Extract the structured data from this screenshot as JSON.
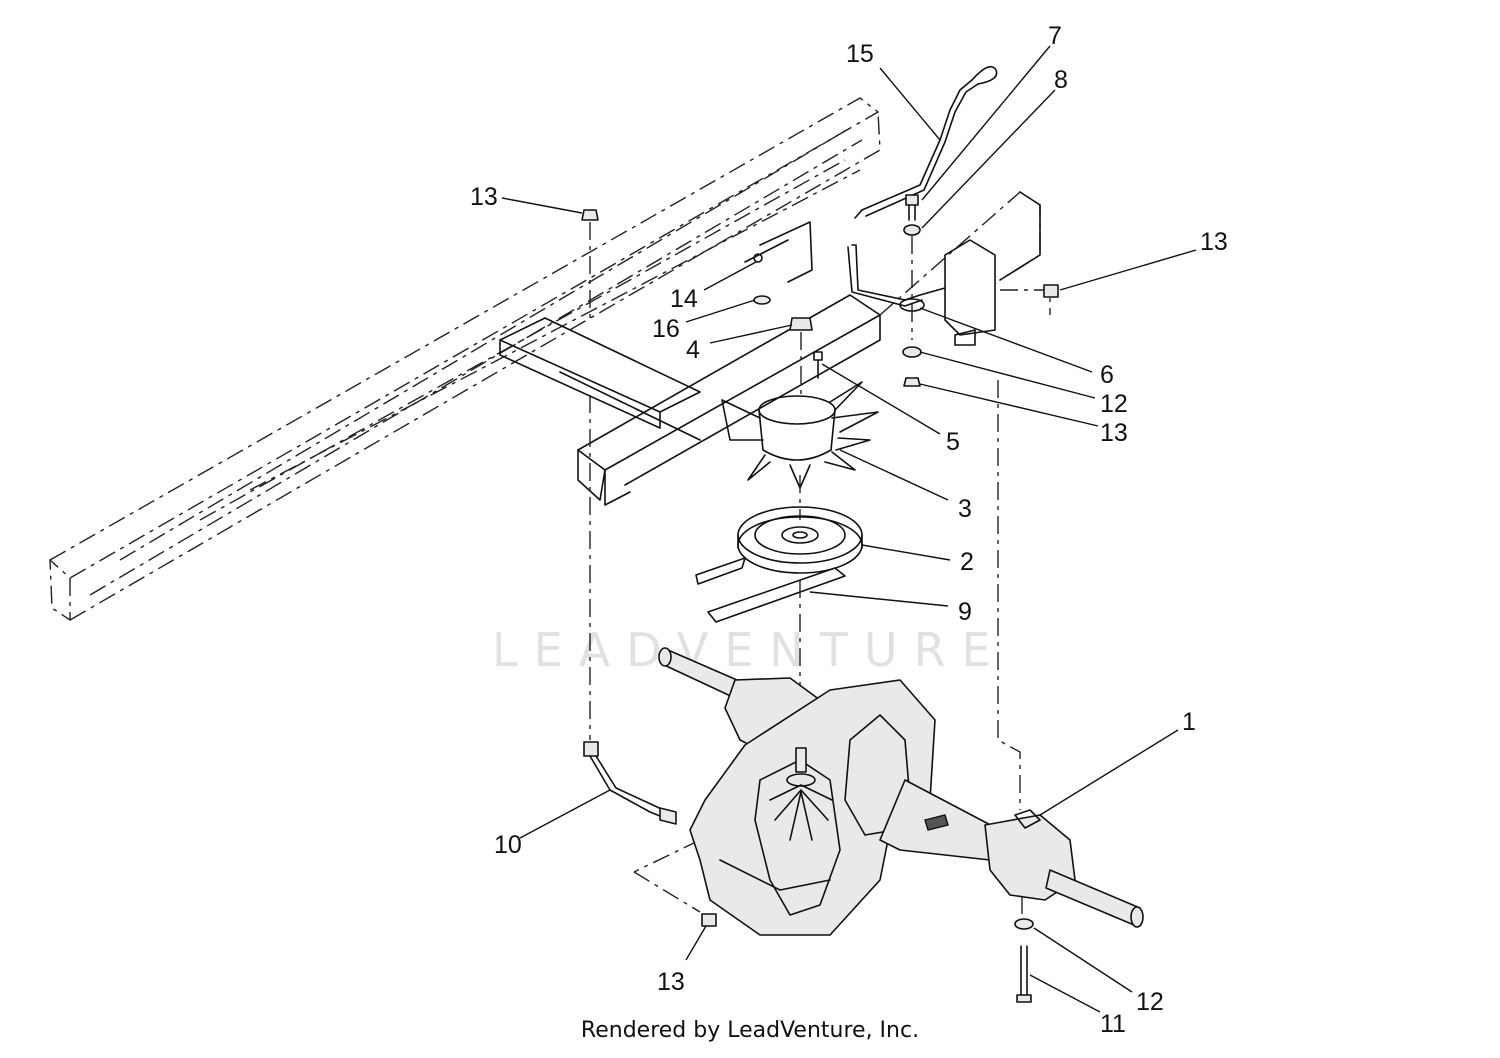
{
  "diagram": {
    "watermark": "LEADVENTURE",
    "footer": "Rendered by LeadVenture, Inc.",
    "callouts": {
      "c15": "15",
      "c7": "7",
      "c8": "8",
      "c13a": "13",
      "c13b": "13",
      "c14": "14",
      "c16": "16",
      "c4": "4",
      "c6": "6",
      "c12a": "12",
      "c13c": "13",
      "c5": "5",
      "c3": "3",
      "c2": "2",
      "c9": "9",
      "c1": "1",
      "c10": "10",
      "c13d": "13",
      "c12b": "12",
      "c11": "11"
    }
  }
}
